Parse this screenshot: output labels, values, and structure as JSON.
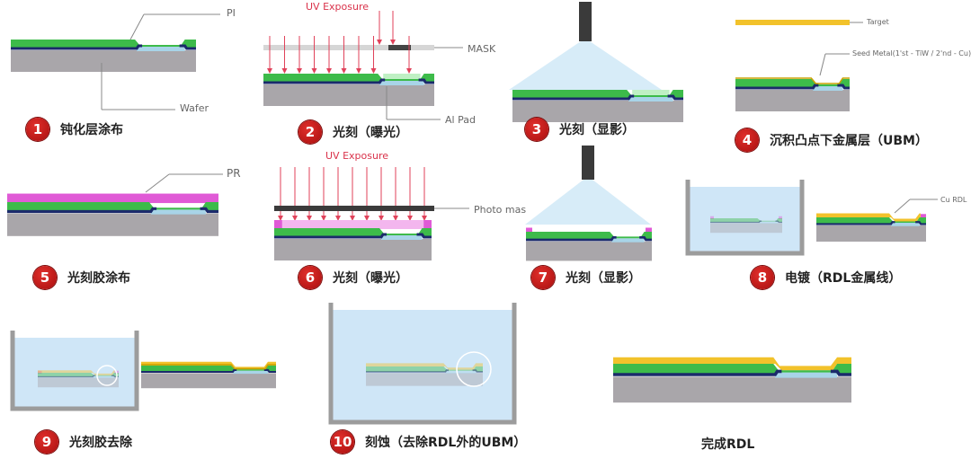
{
  "colors": {
    "pi": "#3dbb4a",
    "navy": "#1b2a6b",
    "wafer": "#a9a6aa",
    "pad": "#a8d4e8",
    "pr": "#e05ad6",
    "pr_light": "#f3b6ee",
    "cu": "#f2c22b",
    "mask": "#d6d6d6",
    "mask_block": "#444444",
    "arrow": "#e0425a",
    "liquid": "#cfe6f7",
    "tank": "#9c9c9c",
    "step_badge": "#c41a1a"
  },
  "callouts": {
    "pi": "PI",
    "wafer": "Wafer",
    "uv1": "UV Exposure",
    "mask": "MASK",
    "al_pad": "Al Pad",
    "target": "Target",
    "seed": "Seed Metal(1'st - TiW / 2'nd - Cu)",
    "pr": "PR",
    "uv2": "UV Exposure",
    "photo_mask": "Photo mas",
    "cu_rdl": "Cu RDL"
  },
  "steps": [
    {
      "num": "1",
      "label": "钝化层涂布"
    },
    {
      "num": "2",
      "label": "光刻（曝光）"
    },
    {
      "num": "3",
      "label": "光刻（显影）"
    },
    {
      "num": "4",
      "label": "沉积凸点下金属层（UBM）"
    },
    {
      "num": "5",
      "label": "光刻胶涂布"
    },
    {
      "num": "6",
      "label": "光刻（曝光）"
    },
    {
      "num": "7",
      "label": "光刻（显影）"
    },
    {
      "num": "8",
      "label": "电镀（RDL金属线）"
    },
    {
      "num": "9",
      "label": "光刻胶去除"
    },
    {
      "num": "10",
      "label": "刻蚀（去除RDL外的UBM）"
    }
  ],
  "final_label": "完成RDL"
}
